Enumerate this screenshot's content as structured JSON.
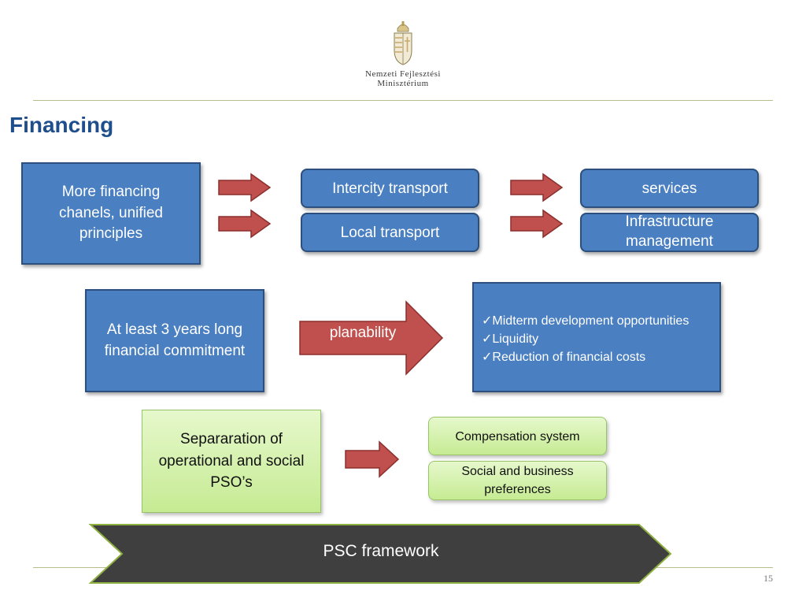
{
  "header": {
    "logo_line1": "Nemzeti Fejlesztési",
    "logo_line2": "Minisztérium"
  },
  "title": "Financing",
  "row1": {
    "source": "More financing chanels, unified principles",
    "middle": [
      "Intercity transport",
      "Local transport"
    ],
    "right": [
      "services",
      "Infrastructure management"
    ]
  },
  "row2": {
    "source": "At least 3 years long financial commitment",
    "arrow_label": "planability",
    "benefits": [
      "Midterm development opportunities",
      "Liquidity",
      "Reduction of financial costs"
    ],
    "check_symbol": "✓"
  },
  "row3": {
    "source": "Separaration of operational and social PSO’s",
    "right": [
      "Compensation system",
      "Social and business preferences"
    ]
  },
  "footer": {
    "framework_label": "PSC framework",
    "page_number": "15"
  },
  "colors": {
    "title": "#1f4e8c",
    "box_blue": "#4a7fc1",
    "arrow_red": "#c0504d",
    "box_green": "#c6eb93",
    "chevron": "#3f3f3f",
    "rule": "#b9bd8e"
  }
}
